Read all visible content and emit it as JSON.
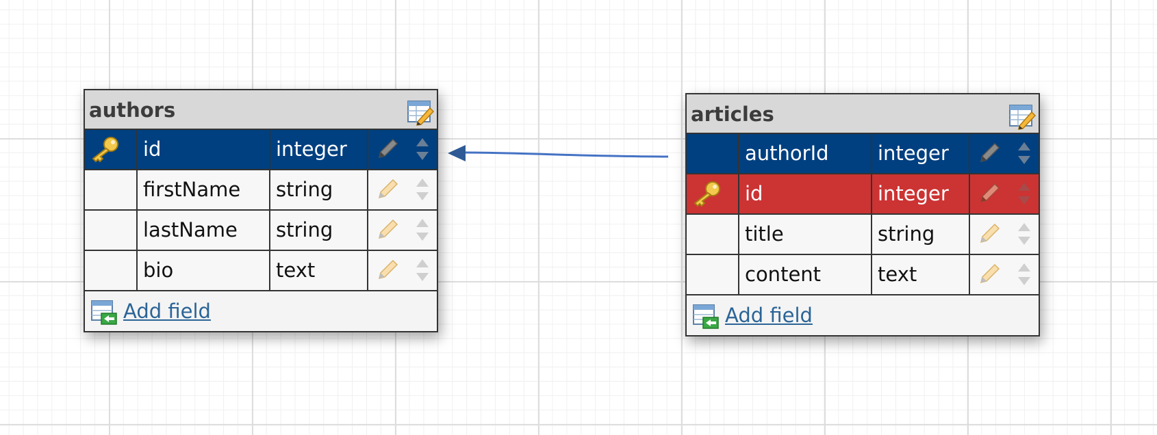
{
  "tables": [
    {
      "title": "authors",
      "fields": [
        {
          "name": "id",
          "type": "integer",
          "style": "pk",
          "key_icon": true
        },
        {
          "name": "firstName",
          "type": "string",
          "style": "normal",
          "key_icon": false
        },
        {
          "name": "lastName",
          "type": "string",
          "style": "normal",
          "key_icon": false
        },
        {
          "name": "bio",
          "type": "text",
          "style": "normal",
          "key_icon": false
        }
      ],
      "add_field_label": "Add field"
    },
    {
      "title": "articles",
      "fields": [
        {
          "name": "authorId",
          "type": "integer",
          "style": "pk",
          "key_icon": false
        },
        {
          "name": "id",
          "type": "integer",
          "style": "fk",
          "key_icon": true
        },
        {
          "name": "title",
          "type": "string",
          "style": "normal",
          "key_icon": false
        },
        {
          "name": "content",
          "type": "text",
          "style": "normal",
          "key_icon": false
        }
      ],
      "add_field_label": "Add field"
    }
  ],
  "relation": {
    "from": "articles.authorId",
    "to": "authors.id"
  },
  "colors": {
    "header_bg": "#d8d8d8",
    "primary_row": "#004080",
    "highlight_row": "#cc3333",
    "link": "#2a6496",
    "connector": "#4472c4"
  },
  "icons": {
    "table_edit": "table-edit-icon",
    "key": "key-icon",
    "pencil": "pencil-icon",
    "sort": "sort-arrows-icon",
    "add_field": "add-field-icon"
  }
}
